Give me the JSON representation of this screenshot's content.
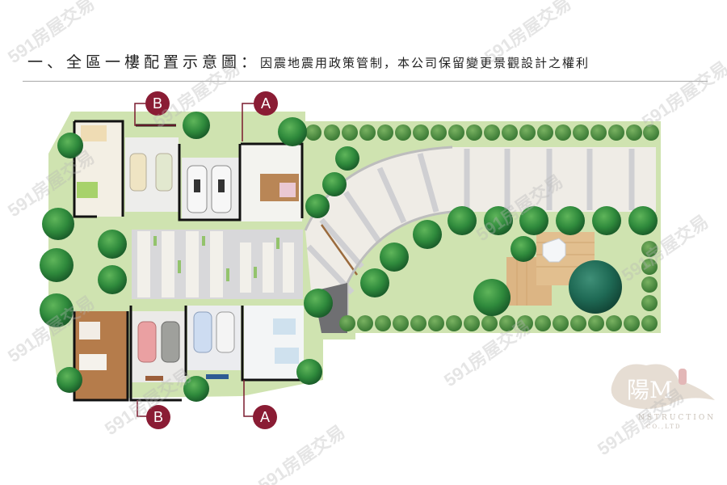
{
  "header": {
    "title_main": "一、全區一樓配置示意圖：",
    "title_sub": "因震地震用政策管制，本公司保留變更景觀設計之權利"
  },
  "markers": {
    "b_top": "B",
    "a_top": "A",
    "b_bottom": "B",
    "a_bottom": "A"
  },
  "watermark": {
    "text": "591房屋交易"
  },
  "logo": {
    "line1": "NSTRUCTION",
    "line2": "CO.,LTD"
  },
  "colors": {
    "marker": "#8a1c34",
    "lawn": "#cfe3b0",
    "lawn_dark": "#a9cf86",
    "tree": "#2f8a3c",
    "tree_dark": "#1f6a4e",
    "paving": "#efece6",
    "paving_stripe": "#cfcfd2",
    "deck": "#dcb584",
    "floor_wood": "#b37a4c",
    "wall": "#111111"
  }
}
